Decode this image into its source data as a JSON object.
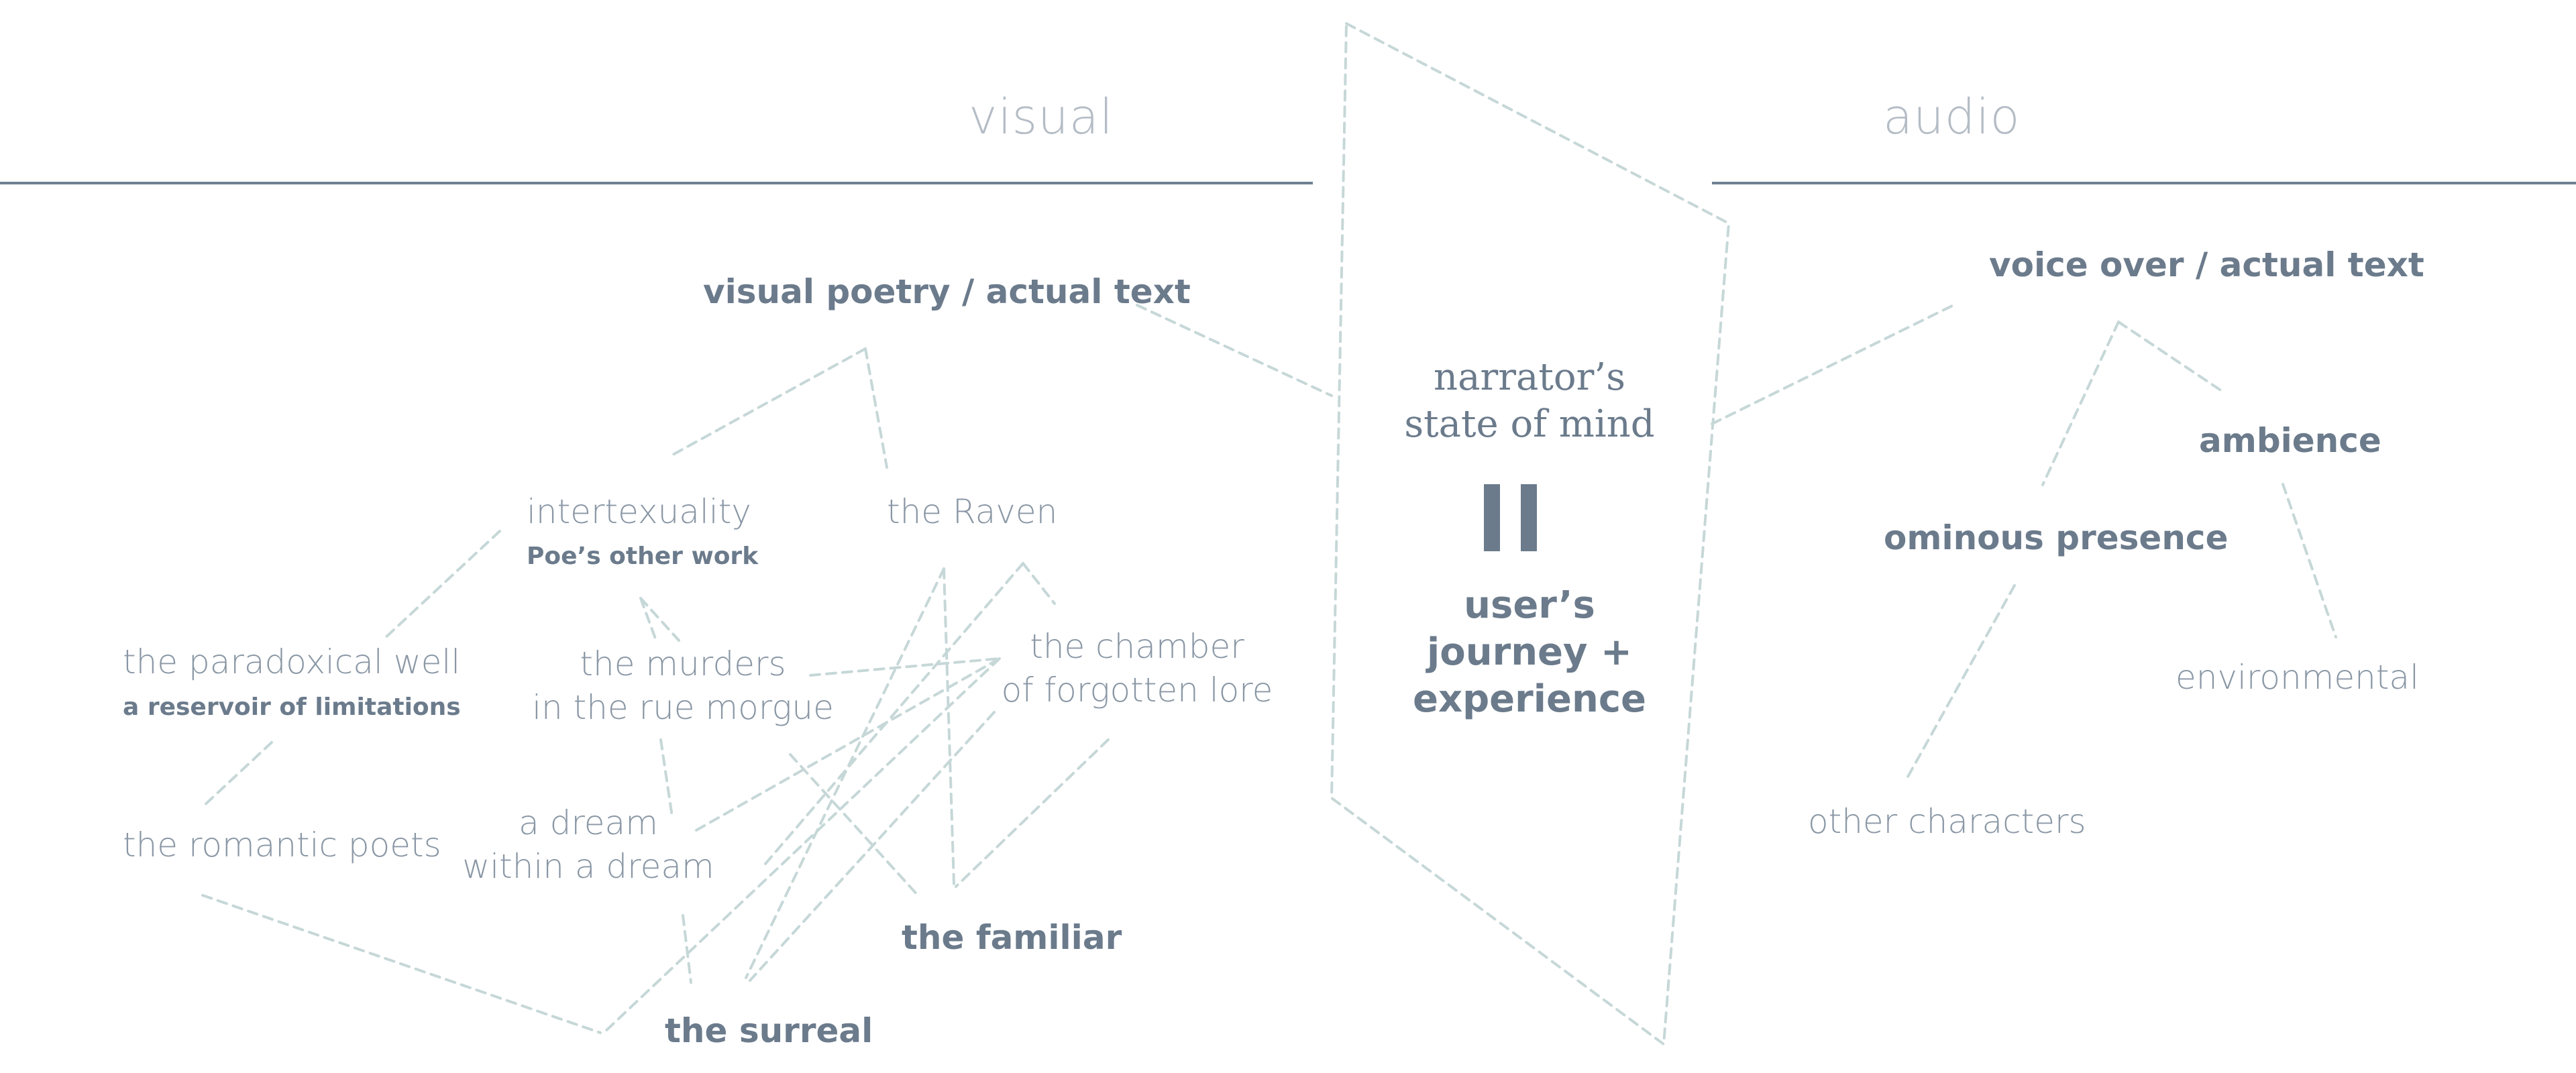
{
  "headers": {
    "left": "visual",
    "right": "audio"
  },
  "center": {
    "line1": "narrator’s",
    "line2": "state of mind",
    "line3": "user’s",
    "line4": "journey +",
    "line5": "experience"
  },
  "left": {
    "poetry": "visual poetry / actual text",
    "intertext": "intertexuality",
    "poe_work": "Poe’s other work",
    "raven": "the Raven",
    "paradox": "the paradoxical well",
    "reservoir": "a reservoir of limitations",
    "murders1": "the murders",
    "murders2": "in the rue morgue",
    "chamber1": "the chamber",
    "chamber2": "of forgotten lore",
    "dream1": "a dream",
    "dream2": "within a dream",
    "romantic": "the romantic poets",
    "familiar": "the familiar",
    "surreal": "the surreal"
  },
  "right": {
    "voice": "voice over / actual text",
    "ambience": "ambience",
    "ominous": "ominous presence",
    "environmental": "environmental",
    "other": "other characters"
  },
  "colors": {
    "text": "#6b7b8c",
    "light_text": "#8a97a5",
    "header": "#b4bcc5",
    "rule": "#6f8192",
    "dashed": "#c6d7d7"
  }
}
